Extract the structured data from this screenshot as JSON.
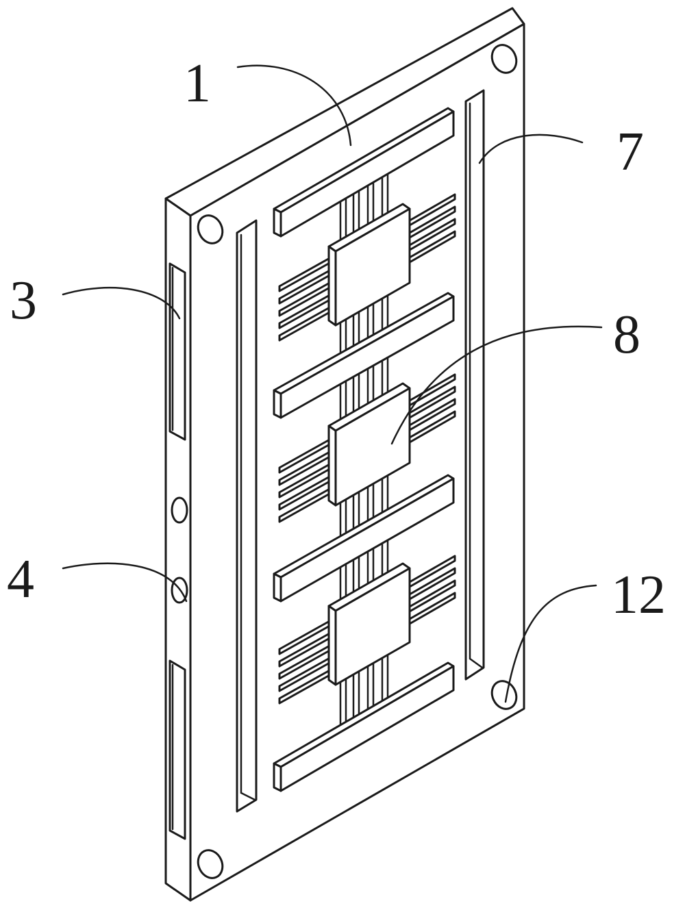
{
  "figure": {
    "labels": [
      {
        "id": "label-1",
        "text": "1"
      },
      {
        "id": "label-3",
        "text": "3"
      },
      {
        "id": "label-4",
        "text": "4"
      },
      {
        "id": "label-7",
        "text": "7"
      },
      {
        "id": "label-8",
        "text": "8"
      },
      {
        "id": "label-12",
        "text": "12"
      }
    ],
    "stroke_color": "#1a1a1a",
    "background_color": "#ffffff"
  }
}
